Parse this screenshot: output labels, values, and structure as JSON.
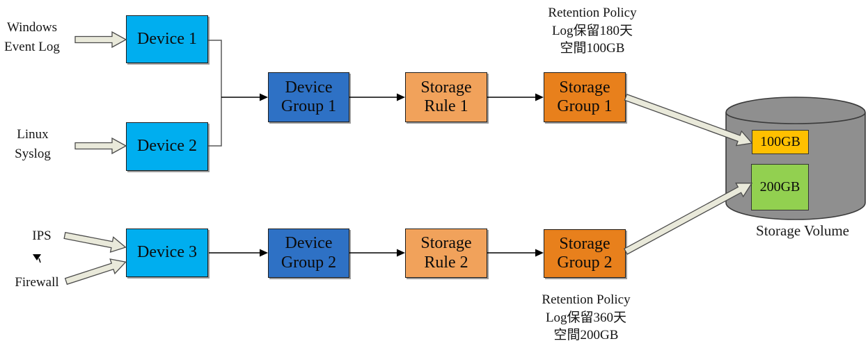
{
  "colors": {
    "device_box": "#00AEEF",
    "device_group_box": "#2E71C5",
    "storage_rule_box": "#F1A25B",
    "storage_group_box": "#E8801C",
    "allocation_100gb": "#FFC000",
    "allocation_200gb": "#92D050",
    "cylinder": "#8F8F8F",
    "block_arrow_fill": "#E9E9DA"
  },
  "sources": {
    "windows_event_log": {
      "line1": "Windows",
      "line2": "Event Log"
    },
    "linux_syslog": {
      "line1": "Linux",
      "line2": "Syslog"
    },
    "ips": "IPS",
    "firewall": "Firewall"
  },
  "devices": {
    "device1": "Device 1",
    "device2": "Device 2",
    "device3": "Device 3"
  },
  "device_groups": {
    "group1": {
      "line1": "Device",
      "line2": "Group 1"
    },
    "group2": {
      "line1": "Device",
      "line2": "Group 2"
    }
  },
  "storage_rules": {
    "rule1": {
      "line1": "Storage",
      "line2": "Rule 1"
    },
    "rule2": {
      "line1": "Storage",
      "line2": "Rule 2"
    }
  },
  "storage_groups": {
    "group1": {
      "line1": "Storage",
      "line2": "Group 1"
    },
    "group2": {
      "line1": "Storage",
      "line2": "Group 2"
    }
  },
  "retention_policies": {
    "policy1": {
      "line1": "Retention Policy",
      "line2": "Log保留180天",
      "line3": "空間100GB"
    },
    "policy2": {
      "line1": "Retention Policy",
      "line2": "Log保留360天",
      "line3": "空間200GB"
    }
  },
  "storage_volume": {
    "label": "Storage Volume",
    "allocation1": "100GB",
    "allocation2": "200GB"
  }
}
